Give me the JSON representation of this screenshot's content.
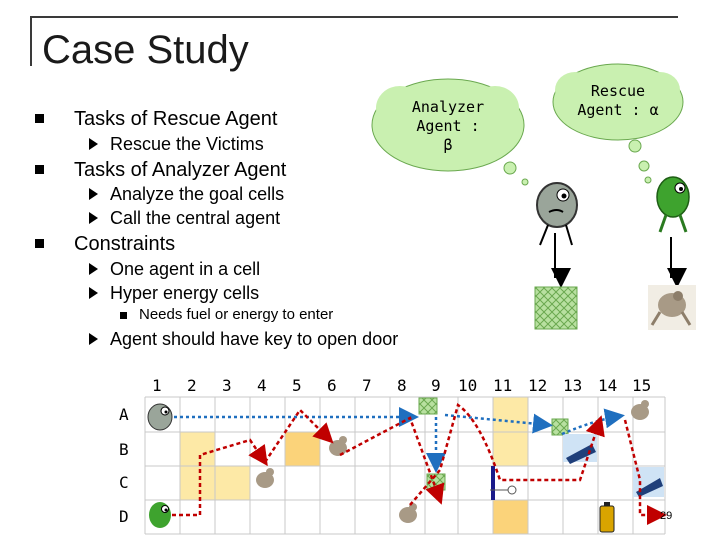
{
  "title": "Case Study",
  "bullets": {
    "rescue_tasks": "Tasks of Rescue Agent",
    "rescue_victims": "Rescue the Victims",
    "analyzer_tasks": "Tasks of Analyzer Agent",
    "analyze_goal": "Analyze the goal cells",
    "call_central": "Call the central agent",
    "constraints": "Constraints",
    "one_agent": "One agent in a cell",
    "hyper_energy": "Hyper energy cells",
    "needs_fuel": "Needs fuel or energy to enter",
    "key_door": "Agent should have key to open door"
  },
  "clouds": {
    "analyzer_l1": "Analyzer",
    "analyzer_l2": "Agent :",
    "analyzer_l3": "β",
    "rescue_l1": "Rescue",
    "rescue_l2": "Agent : α"
  },
  "grid": {
    "columns": [
      "1",
      "2",
      "3",
      "4",
      "5",
      "6",
      "7",
      "8",
      "9",
      "10",
      "11",
      "12",
      "13",
      "14",
      "15"
    ],
    "rows": [
      "A",
      "B",
      "C",
      "D"
    ],
    "highlight_color": "#fde9a6",
    "highlight_strong": "#fbd37a",
    "path_red": "#c00000",
    "path_blue": "#1f6fbf"
  },
  "page_number": "29"
}
